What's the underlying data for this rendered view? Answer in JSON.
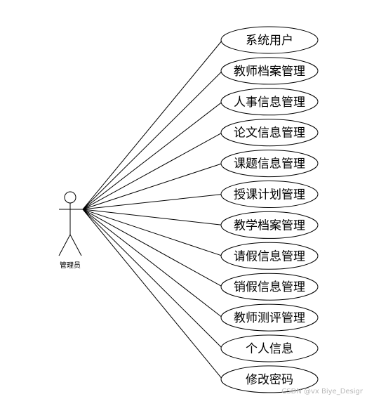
{
  "actor": {
    "label": "管理员"
  },
  "use_cases": [
    "系统用户",
    "教师档案管理",
    "人事信息管理",
    "论文信息管理",
    "课题信息管理",
    "授课计划管理",
    "教学档案管理",
    "请假信息管理",
    "销假信息管理",
    "教师测评管理",
    "个人信息",
    "修改密码"
  ],
  "watermark": "CSDN @vx Biye_Desigr"
}
